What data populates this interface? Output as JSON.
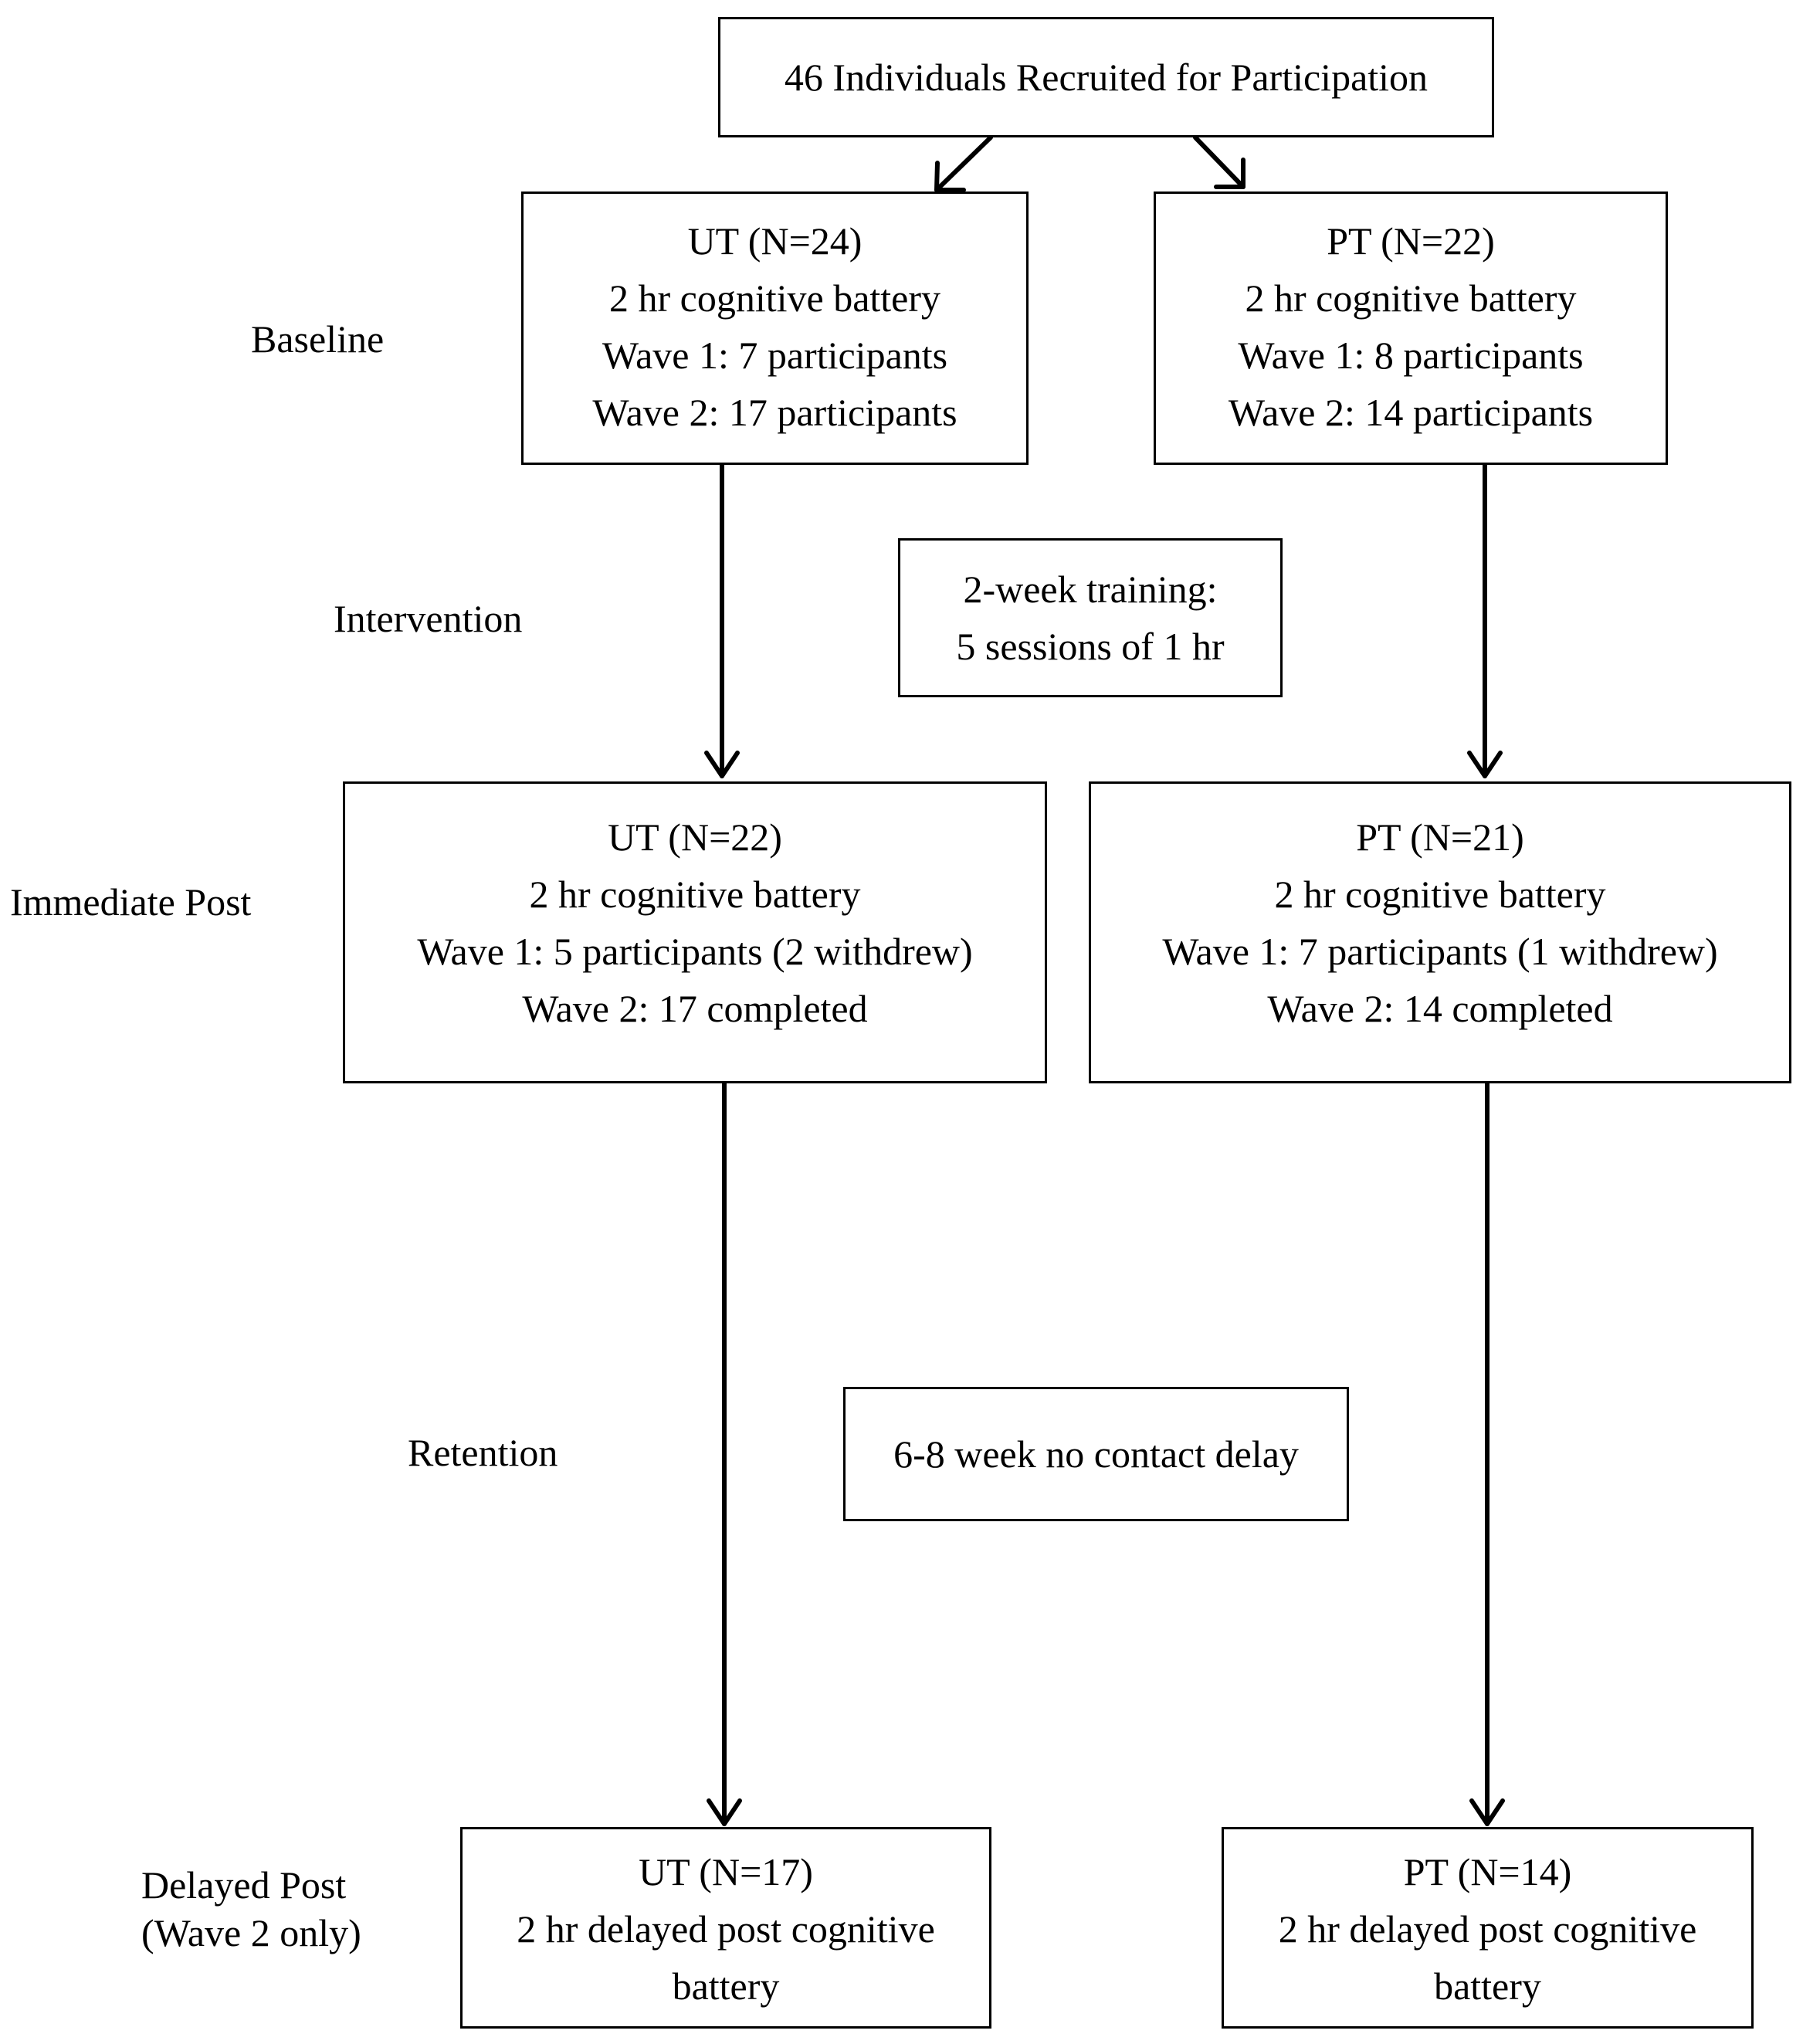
{
  "colors": {
    "line": "#000000",
    "background": "#ffffff"
  },
  "recruit": {
    "text": "46 Individuals Recruited for Participation"
  },
  "stages": {
    "baseline": "Baseline",
    "intervention": "Intervention",
    "immediate_post": "Immediate Post",
    "retention": "Retention",
    "delayed_post_line1": "Delayed Post",
    "delayed_post_line2": "(Wave 2 only)"
  },
  "baseline": {
    "ut": [
      "UT (N=24)",
      "2 hr cognitive battery",
      "Wave 1: 7 participants",
      "Wave 2: 17 participants"
    ],
    "pt": [
      "PT (N=22)",
      "2 hr cognitive battery",
      "Wave 1: 8 participants",
      "Wave 2: 14 participants"
    ]
  },
  "training": [
    "2-week training:",
    "5 sessions of 1 hr"
  ],
  "immediate": {
    "ut": [
      "UT (N=22)",
      "2 hr cognitive battery",
      "Wave 1: 5 participants (2 withdrew)",
      "Wave 2: 17 completed"
    ],
    "pt": [
      "PT (N=21)",
      "2 hr cognitive battery",
      "Wave 1: 7 participants (1 withdrew)",
      "Wave 2: 14 completed"
    ]
  },
  "delay": {
    "text": "6-8 week no contact delay"
  },
  "delayed": {
    "ut": [
      "UT (N=17)",
      "2 hr delayed post cognitive",
      "battery"
    ],
    "pt": [
      "PT (N=14)",
      "2 hr delayed post cognitive",
      "battery"
    ]
  }
}
